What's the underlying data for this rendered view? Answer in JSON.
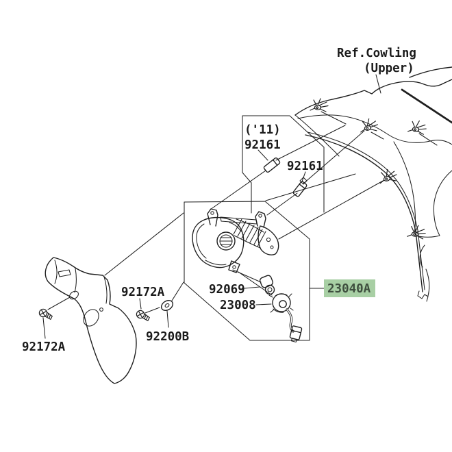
{
  "diagram": {
    "background": "#ffffff",
    "line_color": "#1f1f1f",
    "highlight": {
      "fill": "#a8cfa4",
      "text_color": "#3e4e3e"
    },
    "labels": {
      "ref_cowling_line1": "Ref.Cowling",
      "ref_cowling_line2": "(Upper)",
      "year_note": "('11)",
      "part_92161_year": "92161",
      "part_92161": "92161",
      "part_92172a_mid": "92172A",
      "part_92172a_left": "92172A",
      "part_92200b": "92200B",
      "part_92069": "92069",
      "part_23008": "23008",
      "part_23040a": "23040A"
    }
  }
}
